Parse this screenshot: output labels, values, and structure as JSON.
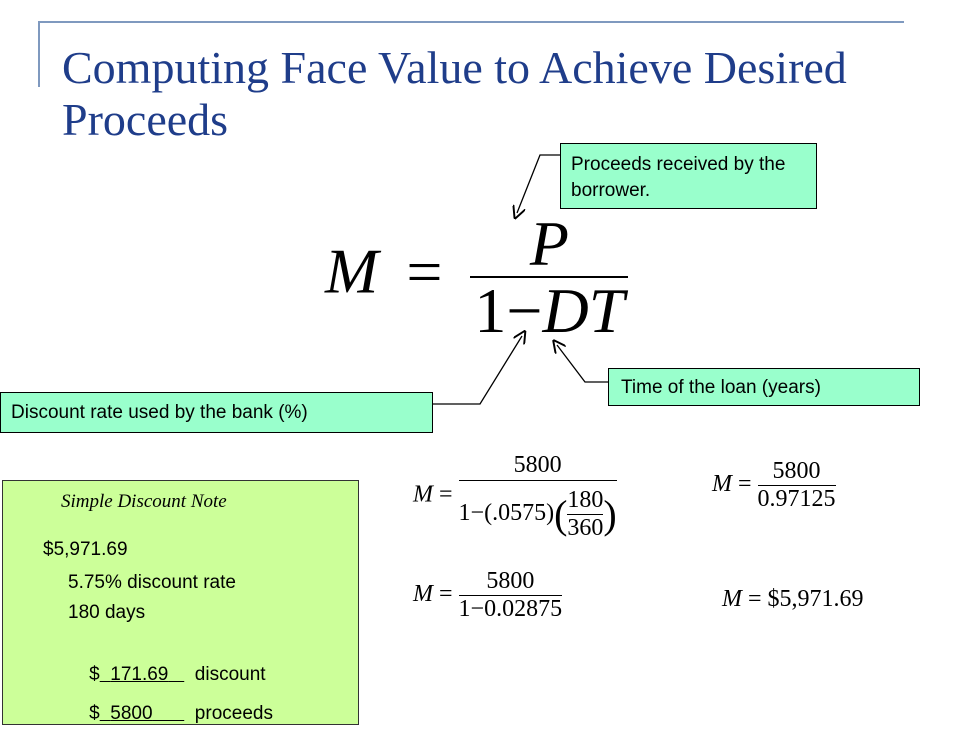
{
  "slide": {
    "title": "Computing Face Value to Achieve Desired Proceeds"
  },
  "formula": {
    "lhs": "M",
    "equals": "=",
    "numerator": "P",
    "denominator_one": "1",
    "denominator_minus": "−",
    "denominator_vars": "DT"
  },
  "callouts": {
    "proceeds": "Proceeds received by the borrower.",
    "time": "Time of the loan (years)",
    "discount": "Discount rate used by the bank (%)"
  },
  "note": {
    "caption": "Simple Discount Note",
    "face_value": "$5,971.69",
    "rate": "5.75% discount rate",
    "days": "180 days",
    "discount_prefix": "$",
    "discount_value": "171.69",
    "discount_label": "discount",
    "proceeds_prefix": "$",
    "proceeds_value": "5800",
    "proceeds_label": "proceeds"
  },
  "calc": {
    "step1": {
      "lhs": "M",
      "eq": "=",
      "num": "5800",
      "one": "1",
      "minus": "−",
      "rate": "(.0575)",
      "days": "180",
      "year": "360"
    },
    "step2": {
      "lhs": "M",
      "eq": "=",
      "num": "5800",
      "den": "0.97125"
    },
    "step3": {
      "lhs": "M",
      "eq": "=",
      "num": "5800",
      "den": "1−0.02875"
    },
    "step4": {
      "lhs": "M",
      "eq": "=",
      "result": "$5,971.69"
    }
  },
  "colors": {
    "title": "#1f3d8a",
    "callout_bg": "#99ffcc",
    "note_bg": "#ccff99",
    "accent_line": "#7f99bf"
  }
}
